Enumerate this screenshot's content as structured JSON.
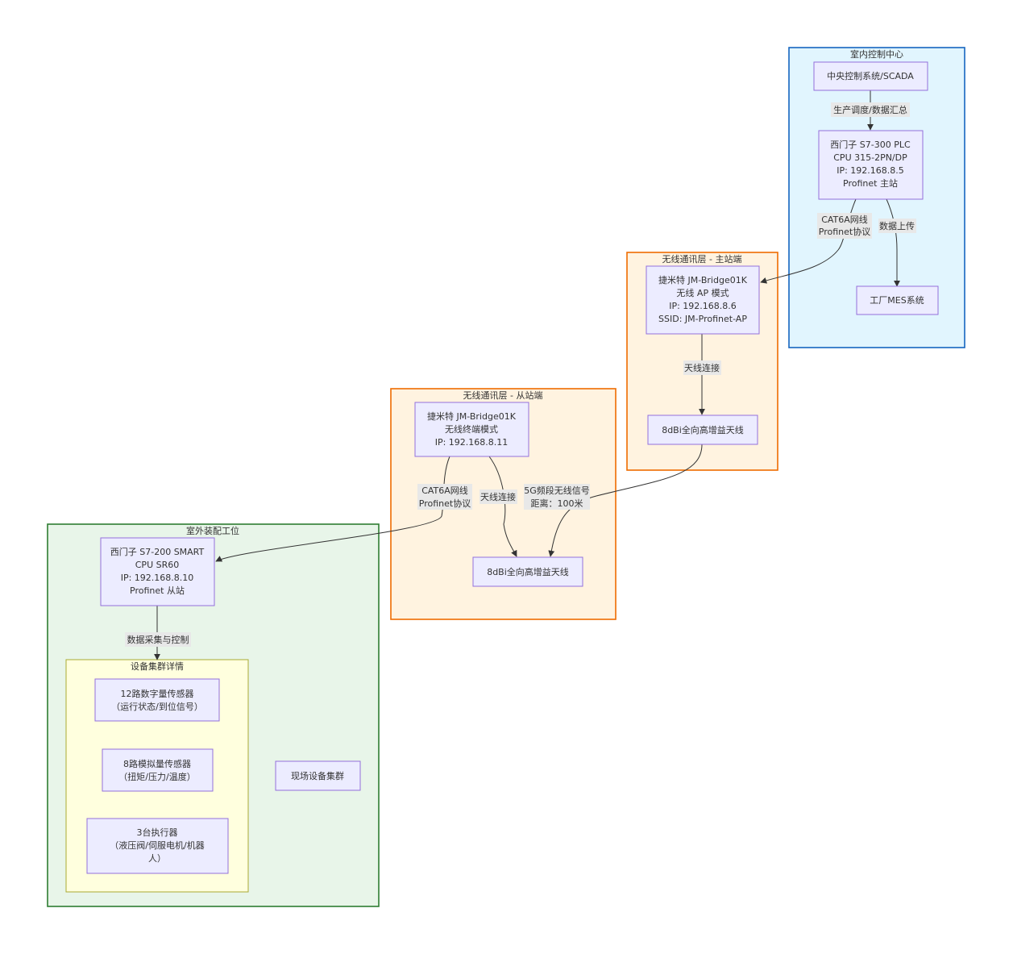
{
  "clusters": {
    "control_center": {
      "title": "室内控制中心",
      "fill": "#E1F5FE",
      "stroke": "#1565C0"
    },
    "wireless_master": {
      "title": "无线通讯层 - 主站端",
      "fill": "#FFF3E0",
      "stroke": "#EF6C00"
    },
    "wireless_slave": {
      "title": "无线通讯层 - 从站端",
      "fill": "#FFF3E0",
      "stroke": "#EF6C00"
    },
    "outdoor_station": {
      "title": "室外装配工位",
      "fill": "#E8F5E9",
      "stroke": "#2E7D32"
    },
    "device_cluster": {
      "title": "设备集群详情",
      "fill": "#FFFFDE",
      "stroke": "#AAAA33"
    }
  },
  "nodes": {
    "scada": {
      "lines": [
        "中央控制系统/SCADA"
      ]
    },
    "plc300": {
      "lines": [
        "西门子 S7-300 PLC",
        "CPU 315-2PN/DP",
        "IP: 192.168.8.5",
        "Profinet 主站"
      ]
    },
    "mes": {
      "lines": [
        "工厂MES系统"
      ]
    },
    "bridge_ap": {
      "lines": [
        "捷米特 JM-Bridge01K",
        "无线 AP 模式",
        "IP: 192.168.8.6",
        "SSID: JM-Profinet-AP"
      ]
    },
    "antenna_master": {
      "lines": [
        "8dBi全向高增益天线"
      ]
    },
    "bridge_client": {
      "lines": [
        "捷米特 JM-Bridge01K",
        "无线终端模式",
        "IP: 192.168.8.11"
      ]
    },
    "antenna_slave": {
      "lines": [
        "8dBi全向高增益天线"
      ]
    },
    "plc200": {
      "lines": [
        "西门子 S7-200 SMART",
        "CPU SR60",
        "IP: 192.168.8.10",
        "Profinet 从站"
      ]
    },
    "digital_sensors": {
      "lines": [
        "12路数字量传感器",
        "（运行状态/到位信号）"
      ]
    },
    "analog_sensors": {
      "lines": [
        "8路模拟量传感器",
        "（扭矩/压力/温度）"
      ]
    },
    "actuators": {
      "lines": [
        "3台执行器",
        "（液压阀/伺服电机/机器",
        "人）"
      ]
    },
    "field_devices": {
      "lines": [
        "现场设备集群"
      ]
    }
  },
  "edges": {
    "scada_plc": {
      "lines": [
        "生产调度/数据汇总"
      ]
    },
    "plc_bridge_ap": {
      "lines": [
        "CAT6A网线",
        "Profinet协议"
      ]
    },
    "plc_mes": {
      "lines": [
        "数据上传"
      ]
    },
    "ap_antenna": {
      "lines": [
        "天线连接"
      ]
    },
    "wireless_link": {
      "lines": [
        "5G频段无线信号",
        "距离：100米"
      ]
    },
    "client_antenna": {
      "lines": [
        "天线连接"
      ]
    },
    "client_plc200": {
      "lines": [
        "CAT6A网线",
        "Profinet协议"
      ]
    },
    "plc200_devices": {
      "lines": [
        "数据采集与控制"
      ]
    }
  }
}
